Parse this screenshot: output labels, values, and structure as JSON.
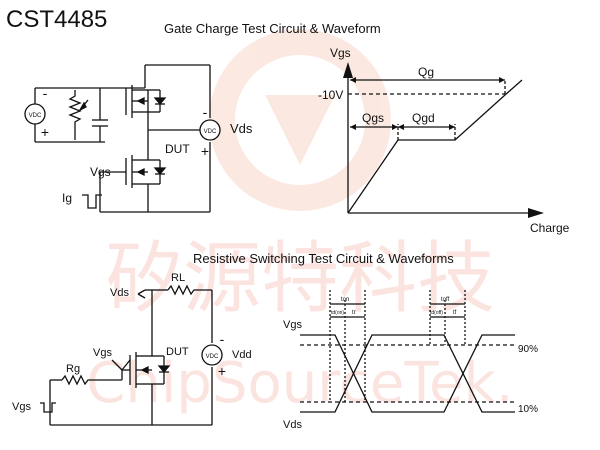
{
  "part_number": "CST4485",
  "gate": {
    "title": "Gate Charge Test Circuit & Waveform",
    "labels": {
      "vdc_left": "VDC",
      "vdc_right": "VDC",
      "vds": "Vds",
      "minus": "-",
      "plus_left": "+",
      "plus_right": "+",
      "minus_left": "-",
      "dut": "DUT",
      "vgs": "Vgs",
      "ig": "Ig"
    },
    "waveform": {
      "y_axis": "Vgs",
      "x_axis": "Charge",
      "level": "-10V",
      "qg": "Qg",
      "qgs": "Qgs",
      "qgd": "Qgd"
    }
  },
  "switching": {
    "title": "Resistive Switching Test Circuit & Waveforms",
    "labels": {
      "vds": "Vds",
      "rl": "RL",
      "vgs_pin": "Vgs",
      "dut": "DUT",
      "rg": "Rg",
      "vdd": "Vdd",
      "vdc": "VDC",
      "minus": "-",
      "plus": "+",
      "vgs_source": "Vgs"
    },
    "waveform": {
      "vgs": "Vgs",
      "vds": "Vds",
      "pct_90": "90%",
      "pct_10": "10%",
      "t_on": "ton",
      "t_don": "td(on)",
      "t_r": "tr",
      "t_off": "toff",
      "t_doff": "td(off)",
      "t_f": "tf"
    }
  },
  "watermark": {
    "chinese": "矽源特科技",
    "latin": "ChipSourceTek."
  }
}
